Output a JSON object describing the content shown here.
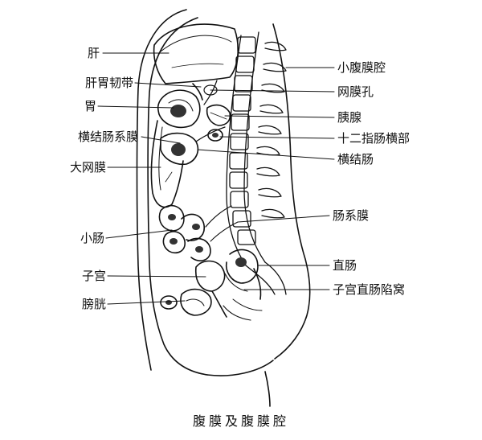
{
  "caption": "腹膜及腹膜腔",
  "labels_left": [
    "肝",
    "肝胃韧带",
    "胃",
    "横结肠系膜",
    "大网膜",
    "小肠",
    "子宫",
    "膀胱"
  ],
  "labels_right": [
    "小腹膜腔",
    "网膜孔",
    "胰腺",
    "十二指肠横部",
    "横结肠",
    "肠系膜",
    "直肠",
    "子宫直肠陷窝"
  ],
  "colors": {
    "ink": "#111111",
    "paper": "#ffffff"
  }
}
